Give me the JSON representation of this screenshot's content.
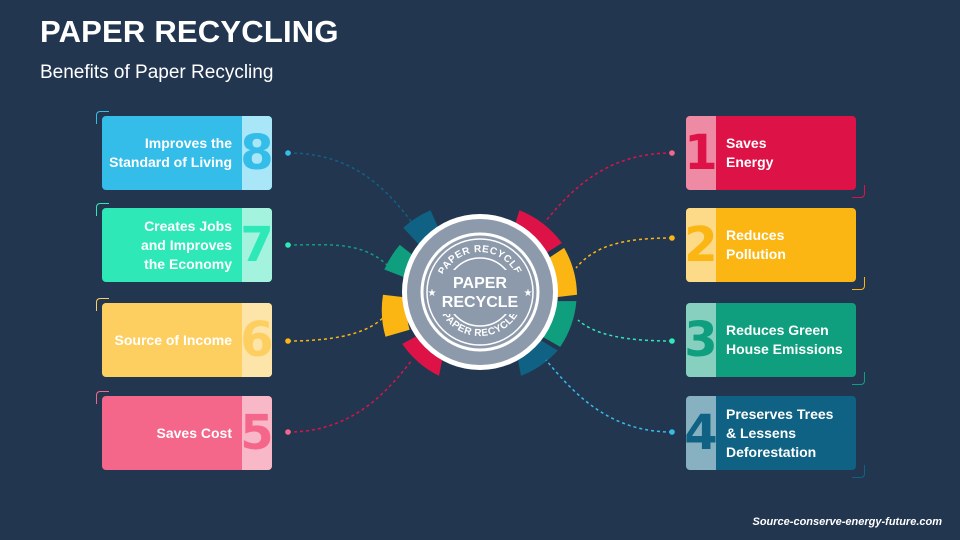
{
  "header": {
    "title": "PAPER RECYCLING",
    "subtitle": "Benefits of Paper Recycling"
  },
  "stamp": {
    "top_text": "PAPER RECYCLE",
    "main_line1": "PAPER",
    "main_line2": "RECYCLE",
    "bottom_text": "PAPER RECYCLE"
  },
  "benefits_left": [
    {
      "number": "8",
      "line1": "Improves the",
      "line2": "Standard of Living",
      "line3": "",
      "color": "#35bde9",
      "num_color": "#a9e6f8"
    },
    {
      "number": "7",
      "line1": "Creates Jobs",
      "line2": "and Improves",
      "line3": "the Economy",
      "color": "#2ee8b8",
      "num_color": "#a4f3df"
    },
    {
      "number": "6",
      "line1": "Source of Income",
      "line2": "",
      "line3": "",
      "color": "#fdcf60",
      "num_color": "#fde5a9"
    },
    {
      "number": "5",
      "line1": "Saves Cost",
      "line2": "",
      "line3": "",
      "color": "#f4678b",
      "num_color": "#f9b8c8"
    }
  ],
  "benefits_right": [
    {
      "number": "1",
      "line1": "Saves",
      "line2": "Energy",
      "line3": "",
      "color": "#dd1347",
      "num_color": "#ef8aa4"
    },
    {
      "number": "2",
      "line1": "Reduces",
      "line2": "Pollution",
      "line3": "",
      "color": "#fbb613",
      "num_color": "#fdda88"
    },
    {
      "number": "3",
      "line1": "Reduces Green",
      "line2": "House Emissions",
      "line3": "",
      "color": "#0f9f7f",
      "num_color": "#87cfbf"
    },
    {
      "number": "4",
      "line1": "Preserves Trees",
      "line2": "& Lessens",
      "line3": "Deforestation",
      "color": "#0f6283",
      "num_color": "#87b0c1"
    }
  ],
  "footer": {
    "source": "Source-conserve-energy-future.com"
  }
}
